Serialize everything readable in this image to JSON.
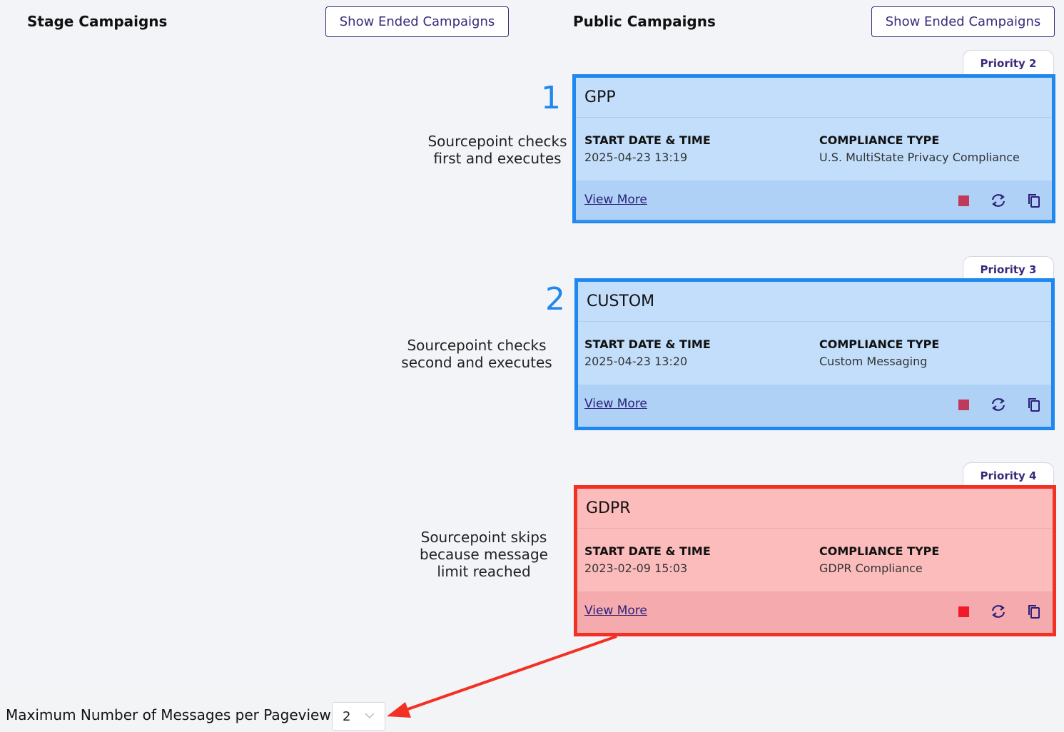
{
  "stage": {
    "title": "Stage Campaigns",
    "ended_button": "Show Ended Campaigns"
  },
  "public": {
    "title": "Public Campaigns",
    "ended_button": "Show Ended Campaigns",
    "campaigns": [
      {
        "priority": "Priority 2",
        "name": "GPP",
        "start_label": "START DATE & TIME",
        "start_value": "2025-04-23 13:19",
        "compliance_label": "COMPLIANCE TYPE",
        "compliance_value": "U.S. MultiState Privacy Compliance",
        "view_more": "View More",
        "status_color": "#1e88f0"
      },
      {
        "priority": "Priority 3",
        "name": "CUSTOM",
        "start_label": "START DATE & TIME",
        "start_value": "2025-04-23 13:20",
        "compliance_label": "COMPLIANCE TYPE",
        "compliance_value": "Custom Messaging",
        "view_more": "View More",
        "status_color": "#1e88f0"
      },
      {
        "priority": "Priority 4",
        "name": "GDPR",
        "start_label": "START DATE & TIME",
        "start_value": "2023-02-09 15:03",
        "compliance_label": "COMPLIANCE TYPE",
        "compliance_value": "GDPR Compliance",
        "view_more": "View More",
        "status_color": "#f23024"
      }
    ],
    "icons": [
      "stop-icon",
      "sync-icon",
      "copy-icon"
    ]
  },
  "annotations": {
    "num1": "1",
    "text1": "Sourcepoint checks\nfirst and executes",
    "num2": "2",
    "text2": "Sourcepoint checks\nsecond and executes",
    "text3": "Sourcepoint skips\nbecause message\nlimit reached",
    "arrow_color": "#f23024"
  },
  "footer": {
    "max_label": "Maximum Number of Messages per Pageview:",
    "max_value": "2"
  }
}
